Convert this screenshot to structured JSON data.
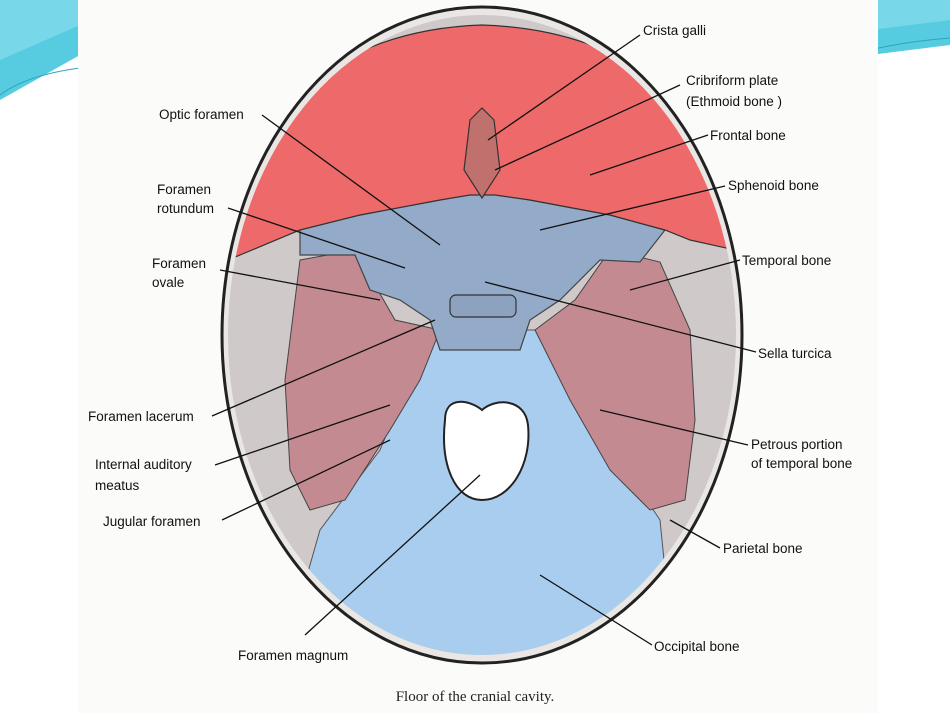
{
  "caption": "Floor of the cranial cavity.",
  "labels": {
    "crista_galli": "Crista galli",
    "cribriform_plate": "Cribriform plate",
    "ethmoid_bone": "(Ethmoid bone )",
    "frontal_bone": "Frontal bone",
    "sphenoid_bone": "Sphenoid bone",
    "temporal_bone": "Temporal bone",
    "sella_turcica": "Sella turcica",
    "petrous_1": "Petrous portion",
    "petrous_2": "of temporal bone",
    "parietal_bone": "Parietal bone",
    "occipital_bone": "Occipital bone",
    "optic_foramen": "Optic foramen",
    "rotundum_1": "Foramen",
    "rotundum_2": "rotundum",
    "ovale_1": "Foramen",
    "ovale_2": "ovale",
    "lacerum": "Foramen lacerum",
    "auditory_1": "Internal auditory",
    "auditory_2": "meatus",
    "jugular": "Jugular foramen",
    "magnum": "Foramen magnum"
  },
  "colors": {
    "frontal": "#ee6a6a",
    "temporal": "#c48a92",
    "sphenoid": "#93aac8",
    "occipital": "#a9cdee",
    "parietal": "#cfc9c9",
    "slide_accent": "#3fc6de"
  }
}
